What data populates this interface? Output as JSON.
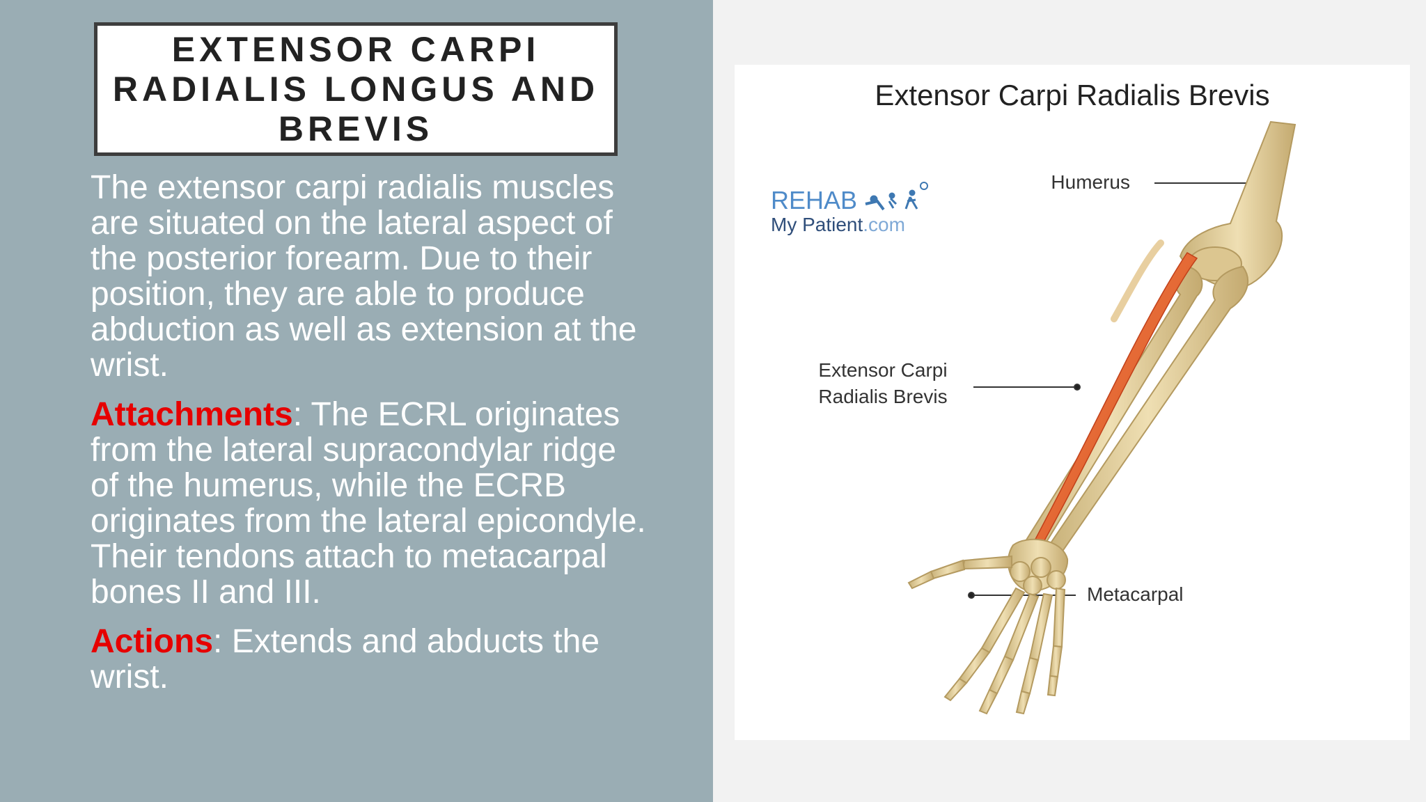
{
  "slide": {
    "title": "EXTENSOR CARPI RADIALIS LONGUS AND BREVIS",
    "paragraph1": "The extensor carpi radialis muscles are situated on the lateral aspect of the posterior forearm. Due to their position, they are able to produce abduction as well as extension at the wrist.",
    "attachments": {
      "label": "Attachments",
      "text": ": The ECRL originates from the lateral supracondylar ridge of the humerus, while the ECRB originates from the lateral epicondyle. Their tendons attach to metacarpal bones II and III."
    },
    "actions": {
      "label": "Actions",
      "text": ": Extends and abducts the wrist."
    }
  },
  "figure": {
    "title": "Extensor Carpi Radialis Brevis",
    "logo": {
      "line1": "REHAB",
      "line2_a": "My Patient",
      "line2_b": ".com"
    },
    "labels": {
      "humerus": "Humerus",
      "muscle_line1": "Extensor Carpi",
      "muscle_line2": "Radialis Brevis",
      "metacarpal": "Metacarpal"
    }
  },
  "colors": {
    "left_bg": "#9aadb4",
    "right_bg": "#f2f2f2",
    "keyword": "#e60000",
    "bone": "#e8d6a4",
    "muscle": "#e8642c",
    "logo_blue": "#3e78b2"
  }
}
